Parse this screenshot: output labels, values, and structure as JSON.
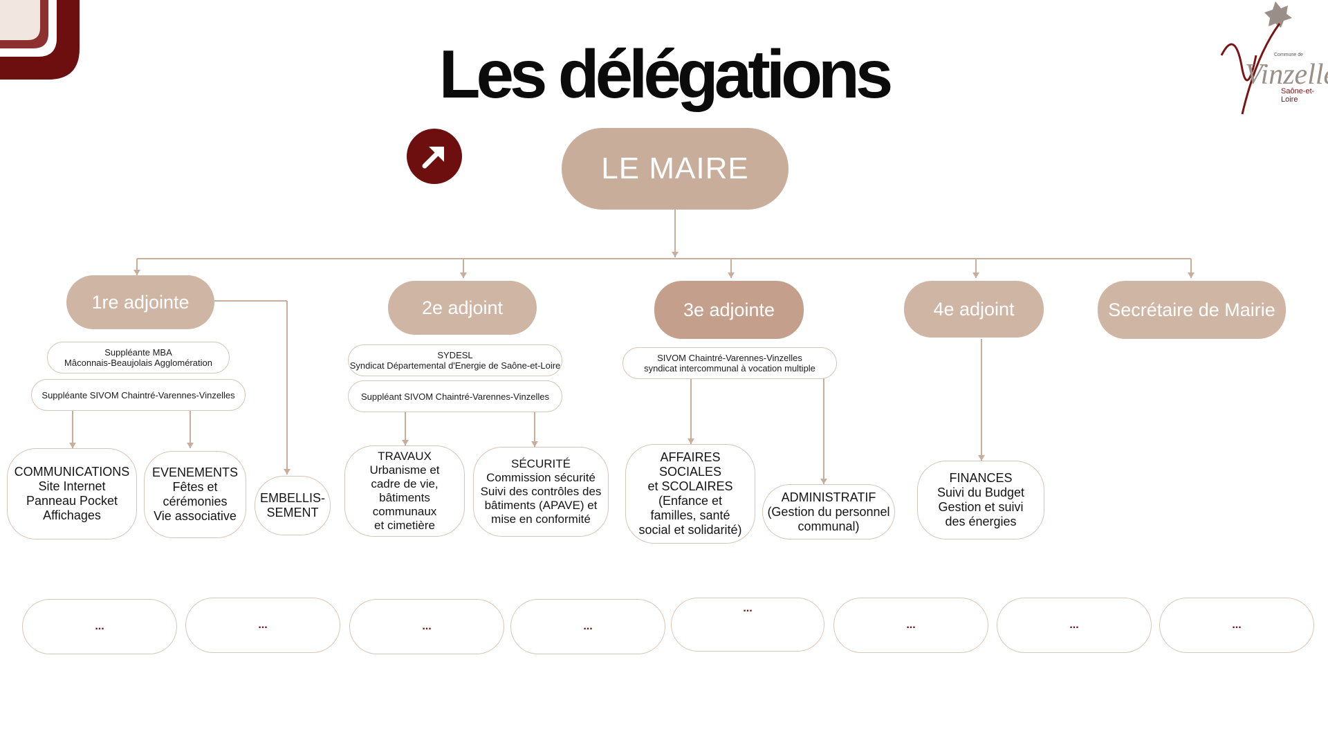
{
  "title": "Les délégations",
  "logo": {
    "commune_label": "Commune de",
    "name": "Vinzelles",
    "region": "Saône-et-Loire"
  },
  "icons": {
    "corner": "stripes-logo-icon",
    "arrow": "arrow-up-right-icon"
  },
  "colors": {
    "role_fill": "#cfb5a4",
    "accent": "#6e0f0f",
    "line": "#c9ad9b"
  },
  "maire": "LE MAIRE",
  "roles": [
    "1re adjointe",
    "2e adjoint",
    "3e adjointe",
    "4e adjoint",
    "Secrétaire de Mairie"
  ],
  "pills": [
    {
      "line1": "Suppléante MBA",
      "line2": "Mâconnais-Beaujolais Agglomération"
    },
    {
      "line1": "Suppléante SIVOM Chaintré-Varennes-Vinzelles",
      "line2": ""
    },
    {
      "line1": "SYDESL",
      "line2": "Syndicat Départemental d'Energie de Saône-et-Loire"
    },
    {
      "line1": "Suppléant SIVOM Chaintré-Varennes-Vinzelles",
      "line2": ""
    },
    {
      "line1": "SIVOM Chaintré-Varennes-Vinzelles",
      "line2": "syndicat intercommunal à vocation multiple"
    }
  ],
  "cards": [
    "COMMUNICATIONS\nSite Internet\nPanneau Pocket\nAffichages",
    "EVENEMENTS\nFêtes et\ncérémonies\nVie associative",
    "EMBELLIS-\nSEMENT",
    "TRAVAUX\nUrbanisme et\ncadre de vie,\nbâtiments\ncommunaux\net cimetière",
    "SÉCURITÉ\nCommission sécurité\nSuivi des contrôles des\nbâtiments (APAVE) et\nmise en conformité",
    "AFFAIRES\nSOCIALES\net SCOLAIRES\n(Enfance et\nfamilles, santé\nsocial et solidarité)",
    "ADMINISTRATIF\n(Gestion du personnel\ncommunal)",
    "FINANCES\nSuivi du Budget\nGestion et suivi\ndes énergies"
  ],
  "slots": [
    "...",
    "...",
    "...",
    "...",
    "...",
    "...",
    "...",
    "..."
  ]
}
